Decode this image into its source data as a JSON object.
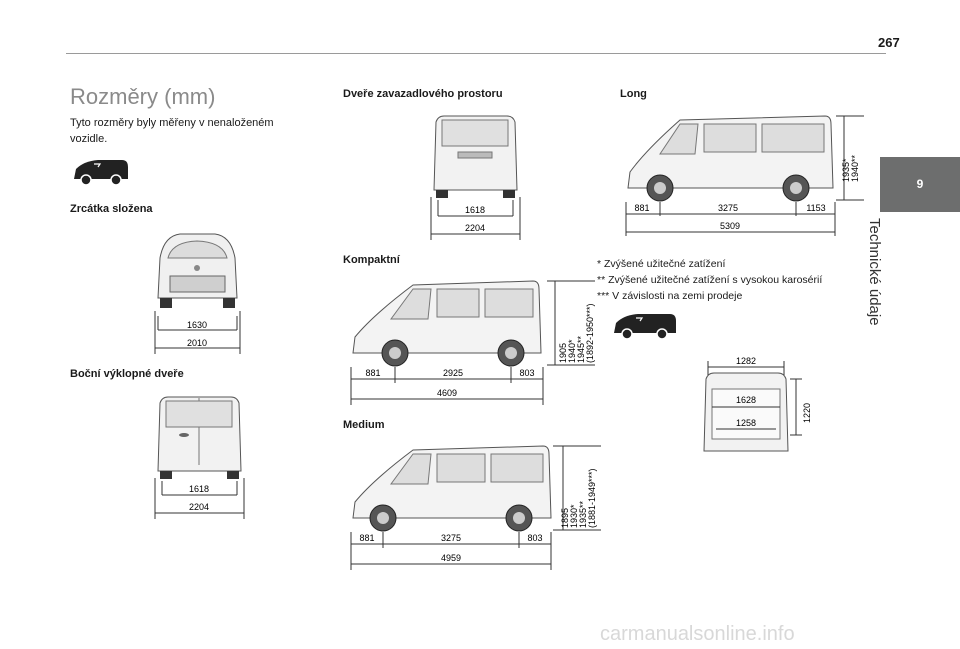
{
  "page": {
    "number": "267"
  },
  "sidebar": {
    "tab_number": "9",
    "chapter": "Technické údaje"
  },
  "col1": {
    "title": "Rozměry (mm)",
    "intro": "Tyto rozměry byly měřeny v nenaloženém vozidle.",
    "mirrors_folded": "Zrcátka složena",
    "side_doors": "Boční výklopné dveře",
    "front_dims": {
      "inner": "1630",
      "outer": "2010"
    },
    "rear_side_dims": {
      "inner": "1618",
      "outer": "2204"
    }
  },
  "col2": {
    "cargo_doors": "Dveře zavazadlového prostoru",
    "rear_cargo_dims": {
      "inner": "1618",
      "outer": "2204"
    },
    "compact": "Kompaktní",
    "compact_dims": {
      "front": "881",
      "wheelbase": "2925",
      "rear": "803",
      "total": "4609",
      "height": [
        "1905",
        "1940*",
        "1945**",
        "(1892-1950***)"
      ]
    },
    "medium": "Medium",
    "medium_dims": {
      "front": "881",
      "wheelbase": "3275",
      "rear": "803",
      "total": "4959",
      "height": [
        "1895",
        "1930*",
        "1935**",
        "(1881-1949***)"
      ]
    }
  },
  "col3": {
    "long": "Long",
    "long_dims": {
      "front": "881",
      "wheelbase": "3275",
      "rear": "1153",
      "total": "5309",
      "height": [
        "1935*",
        "1940**"
      ]
    },
    "notes": [
      "* Zvýšené užitečné zatížení",
      "** Zvýšené užitečné zatížení s vysokou karosérií",
      "*** V závislosti na zemi prodeje"
    ],
    "cargo_dims": {
      "top": "1282",
      "mid": "1628",
      "bottom": "1258",
      "height": "1220"
    }
  },
  "watermark": "carmanualsonline.info"
}
